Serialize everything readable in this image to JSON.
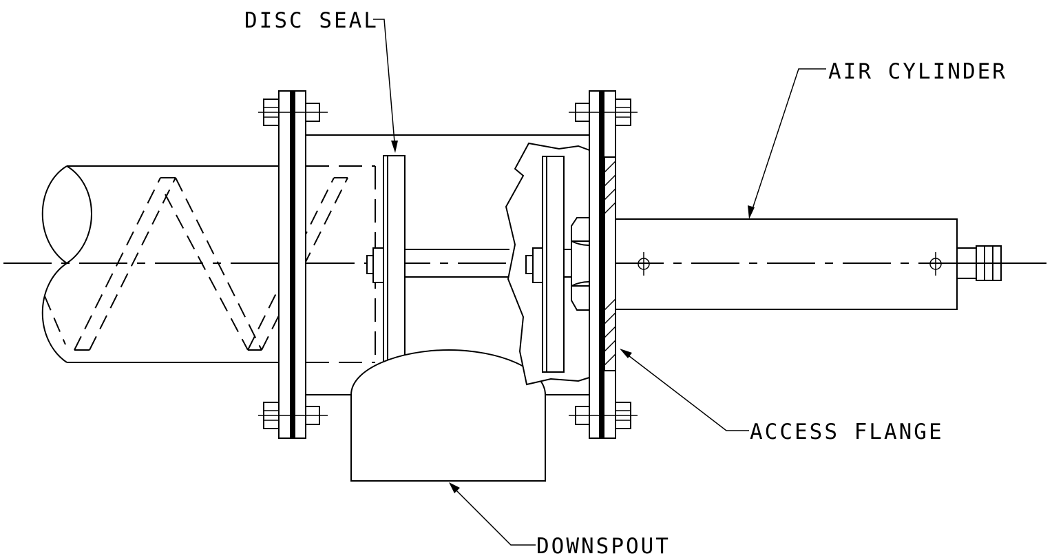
{
  "labels": {
    "disc_seal": "DISC SEAL",
    "air_cylinder": "AIR CYLINDER",
    "access_flange": "ACCESS FLANGE",
    "downspout": "DOWNSPOUT"
  },
  "colors": {
    "line": "#000000",
    "background": "#ffffff"
  }
}
